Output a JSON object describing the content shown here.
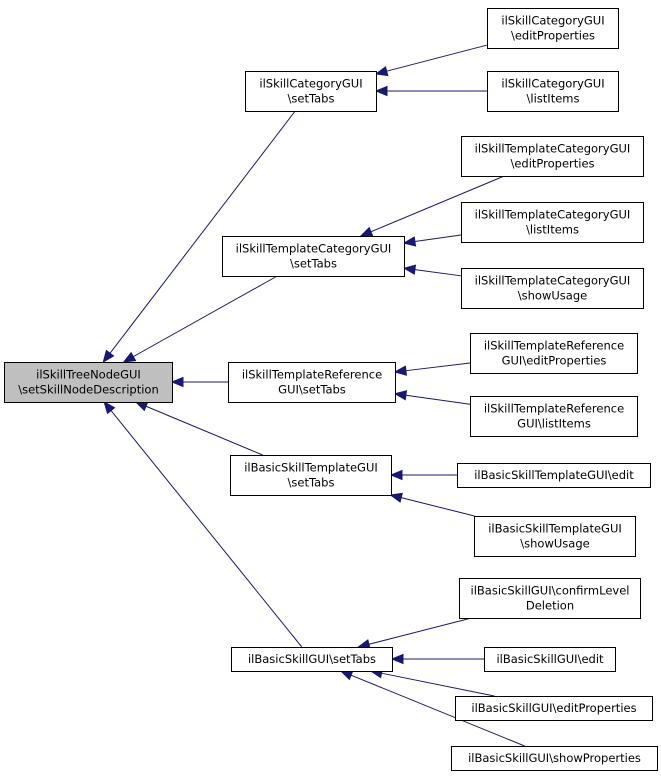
{
  "colors": {
    "edge": "#191970",
    "node_fill": "#ffffff",
    "root_fill": "#bfbfbf",
    "node_border": "#000000"
  },
  "nodes": [
    {
      "id": "root",
      "lines": [
        "ilSkillTreeNodeGUI",
        "\\setSkillNodeDescription"
      ],
      "highlighted": true
    },
    {
      "id": "cat_settabs",
      "lines": [
        "ilSkillCategoryGUI",
        "\\setTabs"
      ]
    },
    {
      "id": "cat_editprops",
      "lines": [
        "ilSkillCategoryGUI",
        "\\editProperties"
      ]
    },
    {
      "id": "cat_listitems",
      "lines": [
        "ilSkillCategoryGUI",
        "\\listItems"
      ]
    },
    {
      "id": "tcat_settabs",
      "lines": [
        "ilSkillTemplateCategoryGUI",
        "\\setTabs"
      ]
    },
    {
      "id": "tcat_editprops",
      "lines": [
        "ilSkillTemplateCategoryGUI",
        "\\editProperties"
      ]
    },
    {
      "id": "tcat_listitems",
      "lines": [
        "ilSkillTemplateCategoryGUI",
        "\\listItems"
      ]
    },
    {
      "id": "tcat_showusage",
      "lines": [
        "ilSkillTemplateCategoryGUI",
        "\\showUsage"
      ]
    },
    {
      "id": "tref_settabs",
      "lines": [
        "ilSkillTemplateReference",
        "GUI\\setTabs"
      ]
    },
    {
      "id": "tref_editprops",
      "lines": [
        "ilSkillTemplateReference",
        "GUI\\editProperties"
      ]
    },
    {
      "id": "tref_listitems",
      "lines": [
        "ilSkillTemplateReference",
        "GUI\\listItems"
      ]
    },
    {
      "id": "bst_settabs",
      "lines": [
        "ilBasicSkillTemplateGUI",
        "\\setTabs"
      ]
    },
    {
      "id": "bst_edit",
      "lines": [
        "ilBasicSkillTemplateGUI\\edit"
      ]
    },
    {
      "id": "bst_showusage",
      "lines": [
        "ilBasicSkillTemplateGUI",
        "\\showUsage"
      ]
    },
    {
      "id": "bs_settabs",
      "lines": [
        "ilBasicSkillGUI\\setTabs"
      ]
    },
    {
      "id": "bs_confirm",
      "lines": [
        "ilBasicSkillGUI\\confirmLevel",
        "Deletion"
      ]
    },
    {
      "id": "bs_edit",
      "lines": [
        "ilBasicSkillGUI\\edit"
      ]
    },
    {
      "id": "bs_editprops",
      "lines": [
        "ilBasicSkillGUI\\editProperties"
      ]
    },
    {
      "id": "bs_showprops",
      "lines": [
        "ilBasicSkillGUI\\showProperties"
      ]
    }
  ],
  "edges": [
    {
      "from": "cat_settabs",
      "to": "root"
    },
    {
      "from": "tcat_settabs",
      "to": "root"
    },
    {
      "from": "tref_settabs",
      "to": "root"
    },
    {
      "from": "bst_settabs",
      "to": "root"
    },
    {
      "from": "bs_settabs",
      "to": "root"
    },
    {
      "from": "cat_editprops",
      "to": "cat_settabs"
    },
    {
      "from": "cat_listitems",
      "to": "cat_settabs"
    },
    {
      "from": "tcat_editprops",
      "to": "tcat_settabs"
    },
    {
      "from": "tcat_listitems",
      "to": "tcat_settabs"
    },
    {
      "from": "tcat_showusage",
      "to": "tcat_settabs"
    },
    {
      "from": "tref_editprops",
      "to": "tref_settabs"
    },
    {
      "from": "tref_listitems",
      "to": "tref_settabs"
    },
    {
      "from": "bst_edit",
      "to": "bst_settabs"
    },
    {
      "from": "bst_showusage",
      "to": "bst_settabs"
    },
    {
      "from": "bs_confirm",
      "to": "bs_settabs"
    },
    {
      "from": "bs_edit",
      "to": "bs_settabs"
    },
    {
      "from": "bs_editprops",
      "to": "bs_settabs"
    },
    {
      "from": "bs_showprops",
      "to": "bs_settabs"
    }
  ]
}
